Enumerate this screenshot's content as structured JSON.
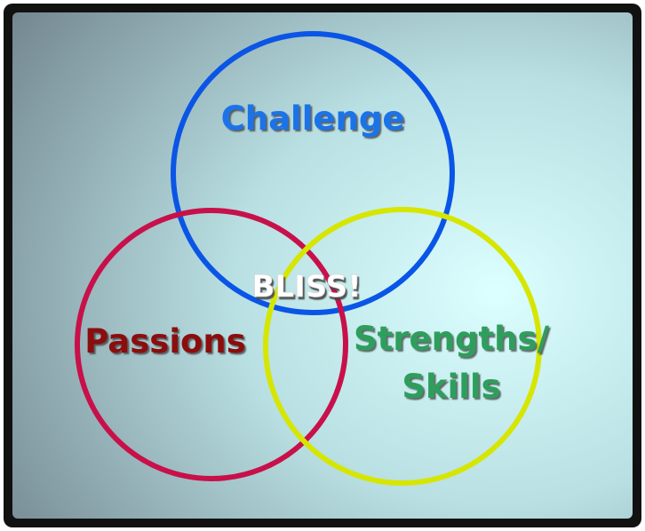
{
  "diagram": {
    "circles": [
      {
        "id": "challenge",
        "label": "Challenge",
        "stroke": "#0a55e6",
        "text_color": "#1a73e8"
      },
      {
        "id": "passions",
        "label": "Passions",
        "stroke": "#c8104a",
        "text_color": "#8b0a0a"
      },
      {
        "id": "strengths",
        "label_line1": "Strengths/",
        "label_line2": "Skills",
        "stroke": "#d6e600",
        "text_color": "#2e9e5b"
      }
    ],
    "center_label": "BLISS!",
    "colors": {
      "background_light": "#d8fbfb",
      "background_dark": "#7c8f98",
      "border": "#111111",
      "center_text": "#ffffff"
    }
  }
}
